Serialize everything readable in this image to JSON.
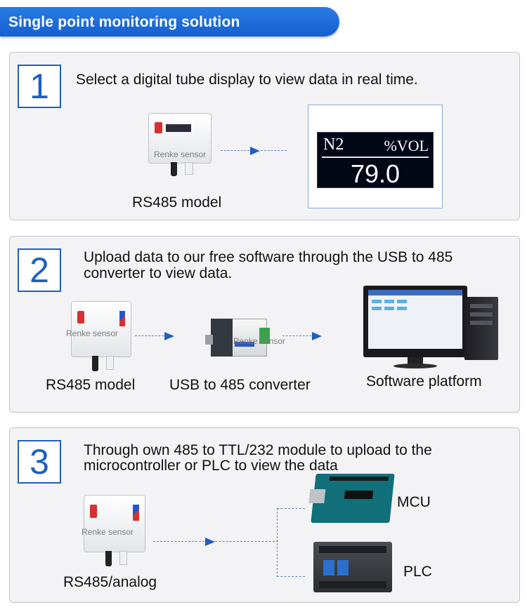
{
  "header": {
    "title": "Single point monitoring solution"
  },
  "watermark_text": "Renke sensor",
  "colors": {
    "accent": "#1f5fc0",
    "banner": "#1560cf",
    "panel_bg": "#f3f3f5"
  },
  "steps": [
    {
      "number": "1",
      "description": "Select a digital tube display to view data in real time.",
      "sensor_caption": "RS485 model",
      "display": {
        "gas": "N2",
        "unit": "%VOL",
        "value": "79.0"
      }
    },
    {
      "number": "2",
      "description_line1": "Upload data to our free software through the USB to 485",
      "description_line2": "converter to view data.",
      "captions": [
        "RS485 model",
        "USB to 485 converter",
        "Software platform"
      ]
    },
    {
      "number": "3",
      "description_line1": "Through own 485 to TTL/232 module to upload to the",
      "description_line2": "microcontroller or PLC to view the data",
      "sensor_caption": "RS485/analog",
      "targets": [
        "MCU",
        "PLC"
      ]
    }
  ]
}
